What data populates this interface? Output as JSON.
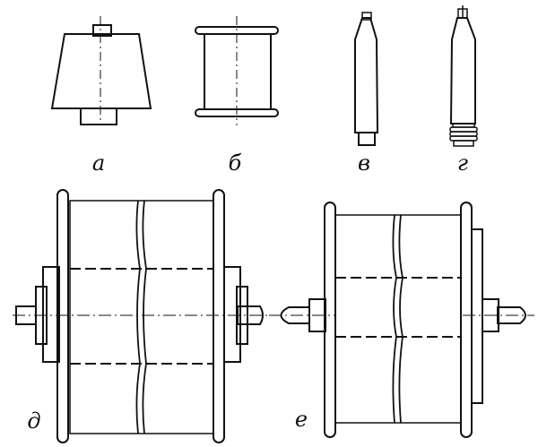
{
  "figure": {
    "labels": {
      "a": "а",
      "b": "б",
      "v": "в",
      "g": "г",
      "d": "д",
      "e": "е"
    },
    "ink_color": "#111111",
    "background": "#ffffff"
  }
}
